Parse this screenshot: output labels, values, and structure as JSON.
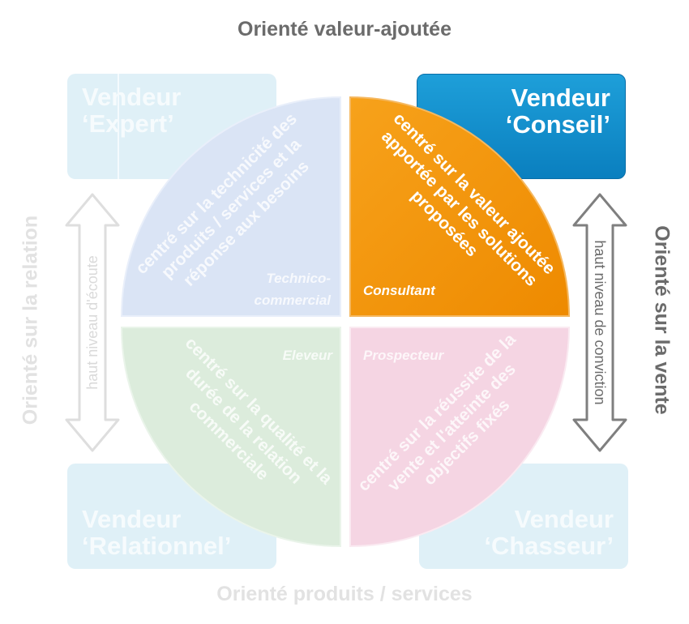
{
  "axes": {
    "top": "Orienté valeur-ajoutée",
    "bottom": "Orienté produits / services",
    "left": "Orienté sur la relation",
    "right": "Orienté sur la vente"
  },
  "boxes": {
    "expert": {
      "line1": "Vendeur",
      "line2": "‘Expert’"
    },
    "conseil": {
      "line1": "Vendeur",
      "line2": "‘Conseil’"
    },
    "relationnel": {
      "line1": "Vendeur",
      "line2": "‘Relationnel’"
    },
    "chasseur": {
      "line1": "Vendeur",
      "line2": "‘Chasseur’"
    }
  },
  "quadrants": {
    "top_left": {
      "lines": [
        "centré sur la technicité des",
        "produits / services et la",
        "réponse aux besoins"
      ],
      "label_line1": "Technico-",
      "label_line2": "commercial",
      "color": "#dae4f5"
    },
    "top_right": {
      "lines": [
        "centré sur la valeur ajoutée",
        "apportée par les solutions",
        "proposées"
      ],
      "label": "Consultant",
      "color": "#f39200"
    },
    "bottom_left": {
      "lines": [
        "centré sur la qualité et la",
        "durée de la relation",
        "commerciale"
      ],
      "label": "Eleveur",
      "color": "#dcecdc"
    },
    "bottom_right": {
      "lines": [
        "centré sur la réussite de la",
        "vente et l'atteinte des",
        "objectifs fixés"
      ],
      "label": "Prospecteur",
      "color": "#f5d5e3"
    }
  },
  "arrows": {
    "left": "haut niveau d'écoute",
    "right": "haut niveau de conviction"
  }
}
